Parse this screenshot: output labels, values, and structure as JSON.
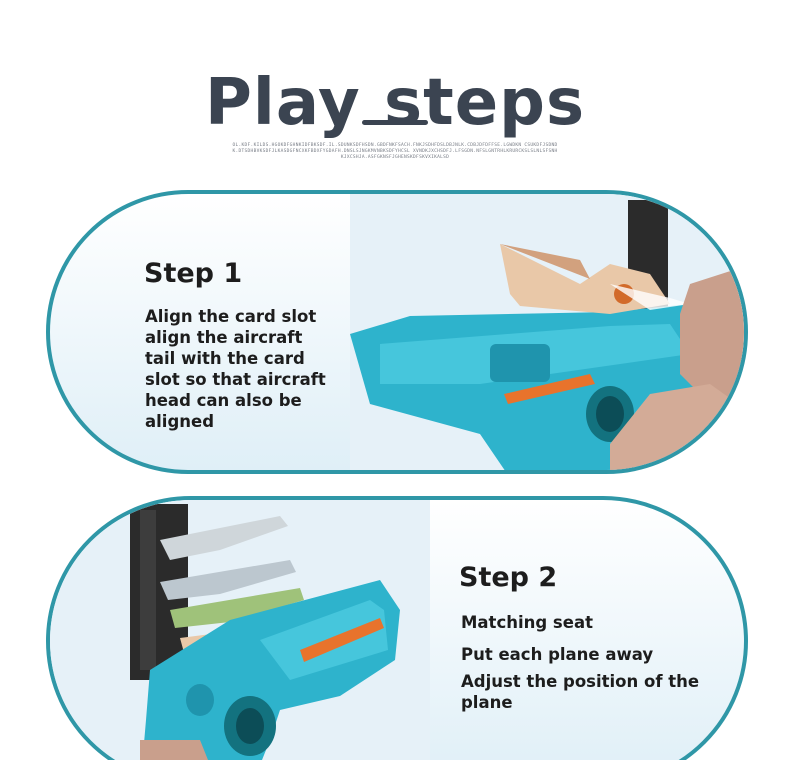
{
  "header": {
    "title": "Play steps",
    "fine_print": "OL.KDF.KILDS.HGOKDFGHNKIDFBKSDF.IL.SDUNKSDFHSDN.GBDFNKFSACH.FNKJSDHFDSLDBJNLK.CDBJDFDFFSE.LGWDKN CSUKDFJSDNDK.DTSDHBVKSDFJLKASDGFNCXKFBDXFYGDAFH.DNSLSJNGKMVNBKSDFYHCSL XVNDKJXCHSDFJ.LFSGDN.NFSLGNTRHLKRURCKSLSLNLSFSNHKJXCSHJA.ASFGKNSFJGHENSKDFSKVXIKALSD"
  },
  "step1": {
    "title": "Step 1",
    "lines": [
      "Align the card slot",
      "align the aircraft",
      "tail with the card",
      "slot so that aircraft",
      "head can also be",
      "aligned"
    ]
  },
  "step2": {
    "title": "Step 2",
    "lines": [
      "Matching seat",
      "Put each plane away",
      "Adjust the position of the",
      "plane"
    ]
  },
  "colors": {
    "title": "#3b4451",
    "card_border": "#2f97a7",
    "launcher_blue": "#2eb3cc",
    "accent_orange": "#e8732c"
  }
}
